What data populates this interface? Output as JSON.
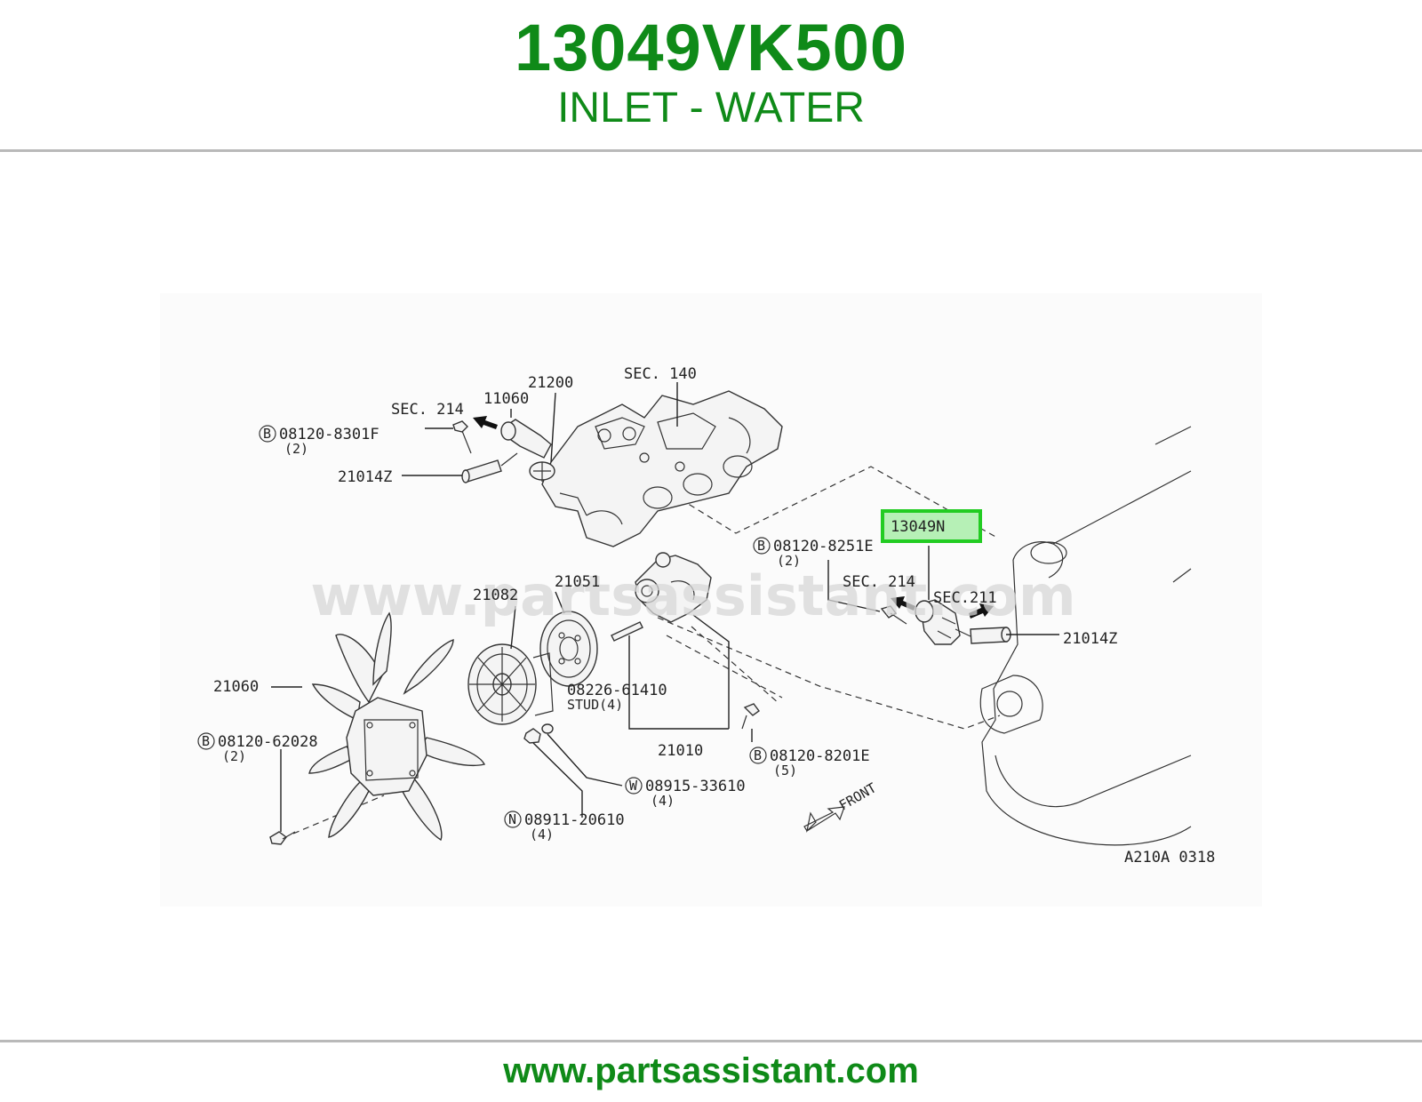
{
  "header": {
    "part_number": "13049VK500",
    "part_name": "INLET - WATER"
  },
  "diagram": {
    "watermark": "www.partsassistant.com",
    "diagram_code": "A210A 0318",
    "highlight_color": "#22cc22",
    "labels": {
      "sec_140": "SEC. 140",
      "sec_214_top": "SEC. 214",
      "p11060": "11060",
      "p21200": "21200",
      "bolt_8301f": "08120-8301F",
      "qty_8301f": "(2)",
      "p21014z_left": "21014Z",
      "p13049n": "13049N",
      "bolt_8251e": "08120-8251E",
      "qty_8251e": "(2)",
      "sec_214_right": "SEC. 214",
      "sec_211": "SEC.211",
      "p21014z_right": "21014Z",
      "p21082": "21082",
      "p21051": "21051",
      "p21060": "21060",
      "bolt_62028": "08120-62028",
      "qty_62028": "(2)",
      "stud_no": "08226-61410",
      "stud_label": "STUD(4)",
      "p21010": "21010",
      "bolt_8201e": "08120-8201E",
      "qty_8201e": "(5)",
      "washer_no": "08915-33610",
      "qty_washer": "(4)",
      "nut_no": "08911-20610",
      "qty_nut": "(4)",
      "front": "FRONT",
      "sym_b": "B",
      "sym_w": "W",
      "sym_n": "N"
    }
  },
  "footer": {
    "url": "www.partsassistant.com"
  }
}
